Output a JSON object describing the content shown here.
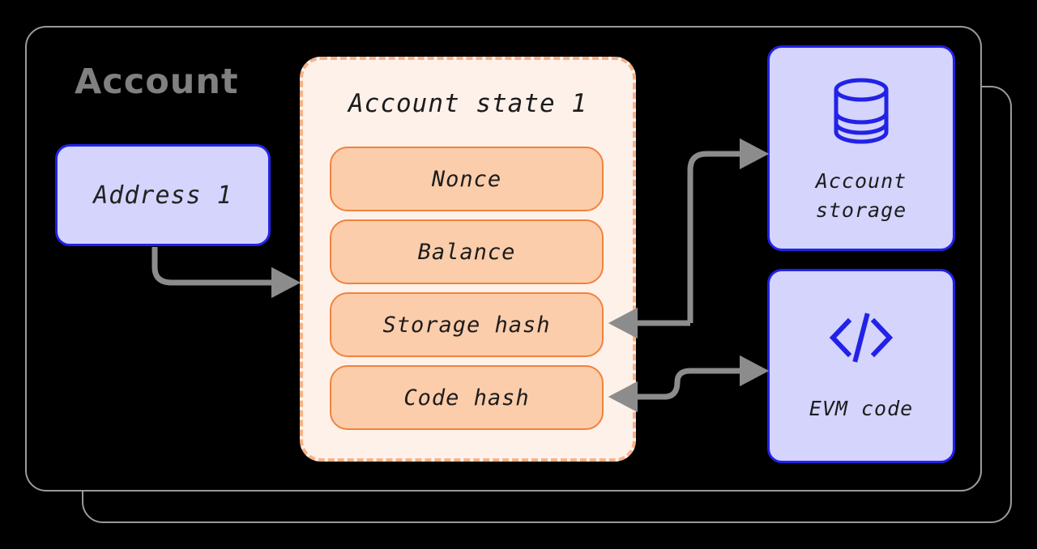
{
  "diagram": {
    "title": "Account",
    "background_color": "#000000",
    "frame_color": "#9a9a9a",
    "arrow_color": "#8c8c8c"
  },
  "account": {
    "label": "Account",
    "label_color": "#808080"
  },
  "address": {
    "label": "Address 1",
    "fill_color": "#d4d4fd",
    "border_color": "#2222e6"
  },
  "account_state": {
    "title": "Account state 1",
    "fill_color": "#fdf1ea",
    "border_color": "#f7b185",
    "fields": [
      {
        "label": "Nonce"
      },
      {
        "label": "Balance"
      },
      {
        "label": "Storage hash"
      },
      {
        "label": "Code hash"
      }
    ],
    "field_fill_color": "#fbcdab",
    "field_border_color": "#f2823c"
  },
  "side_nodes": [
    {
      "icon": "database-icon",
      "caption_line1": "Account",
      "caption_line2": "storage",
      "fill_color": "#d4d4fd",
      "border_color": "#2222e6"
    },
    {
      "icon": "code-brackets-icon",
      "caption_line1": "EVM code",
      "caption_line2": "",
      "fill_color": "#d4d4fd",
      "border_color": "#2222e6"
    }
  ]
}
